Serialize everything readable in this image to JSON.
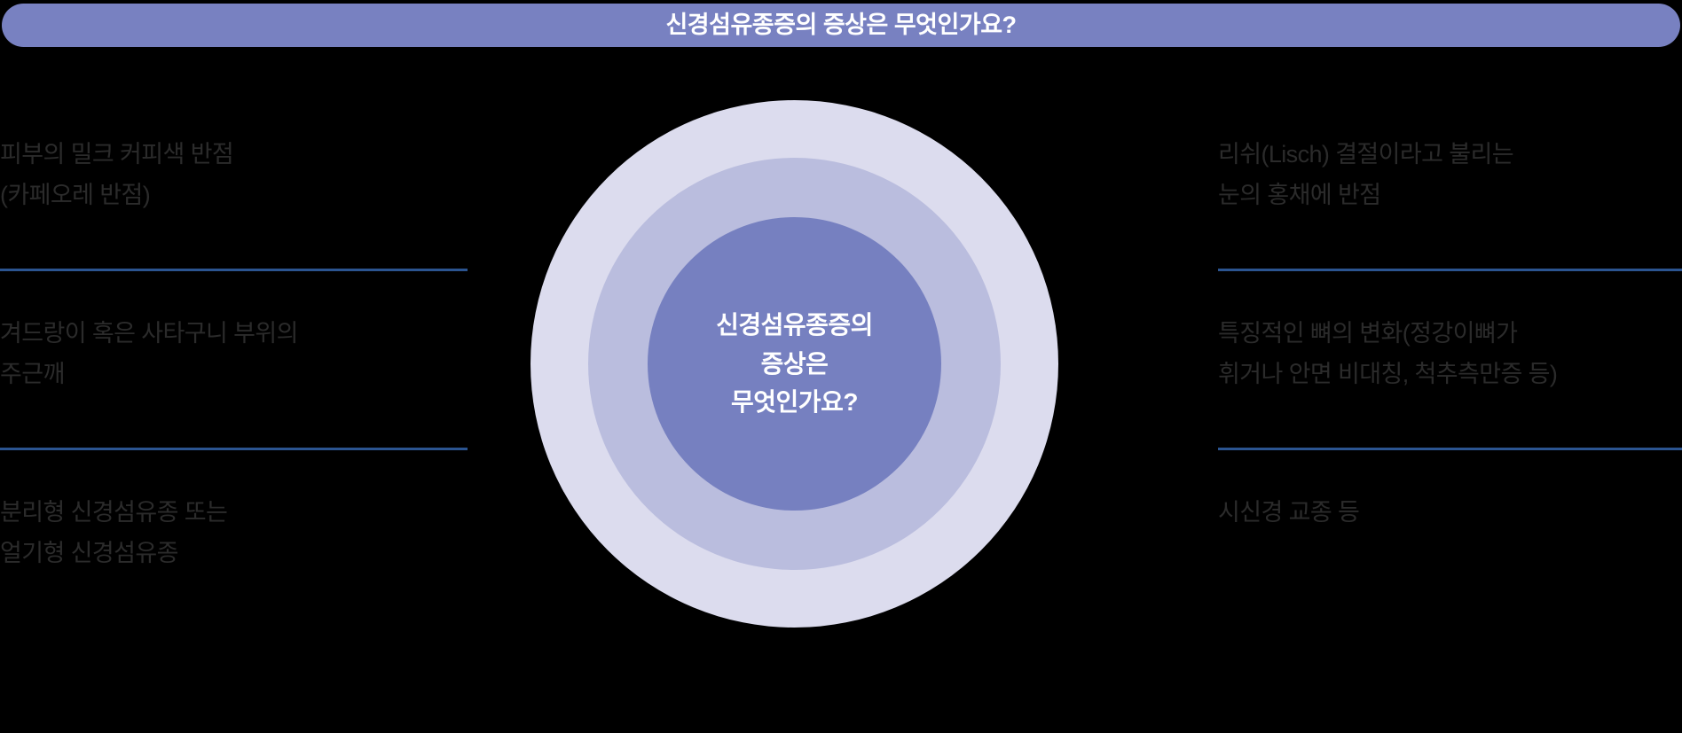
{
  "header": {
    "title": "신경섬유종증의 증상은 무엇인가요?"
  },
  "center": {
    "line1": "신경섬유종증의",
    "line2": "증상은",
    "line3": "무엇인가요?"
  },
  "left_column": {
    "items": [
      {
        "line1": "피부의 밀크 커피색 반점",
        "line2": "(카페오레 반점)"
      },
      {
        "line1": "겨드랑이 혹은 사타구니 부위의",
        "line2": "주근깨"
      },
      {
        "line1": "분리형 신경섬유종 또는",
        "line2": "얼기형 신경섬유종"
      }
    ]
  },
  "right_column": {
    "items": [
      {
        "line1": "리쉬(Lisch) 결절이라고 불리는",
        "line2": "눈의 홍채에 반점"
      },
      {
        "line1": "특징적인 뼈의 변화(정강이뼈가",
        "line2": "휘거나 안면 비대칭, 척추측만증 등)"
      },
      {
        "line1": "시신경 교종 등",
        "line2": ""
      }
    ]
  },
  "colors": {
    "background": "#000000",
    "banner": "#7881c1",
    "banner_text": "#ffffff",
    "ring_outer": "#dcdcee",
    "ring_middle": "#babdde",
    "ring_inner": "#7680c0",
    "divider": "#2b5490",
    "body_text": "#2b2b2b"
  }
}
